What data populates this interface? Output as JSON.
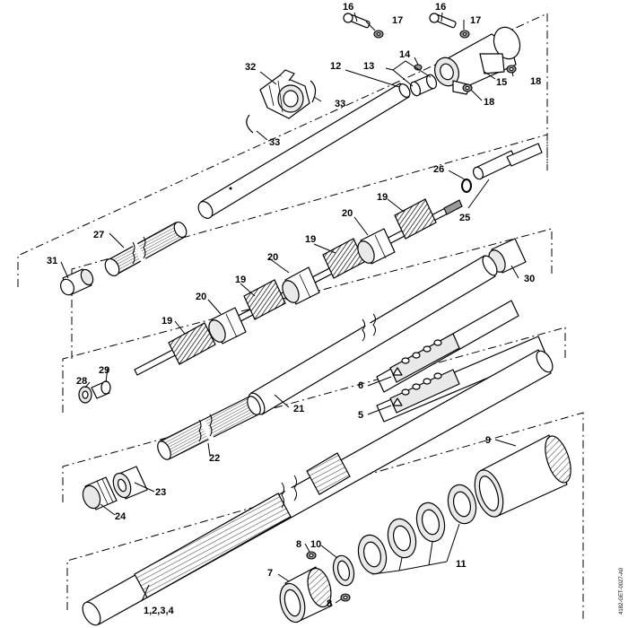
{
  "diagram": {
    "drawing_code": "4182-GET-0027-A0",
    "callouts": {
      "p1234": "1,2,3,4",
      "p5": "5",
      "p6": "6",
      "p7": "7",
      "p8a": "8",
      "p8b": "8",
      "p9": "9",
      "p10": "10",
      "p11": "11",
      "p12": "12",
      "p13": "13",
      "p14": "14",
      "p15": "15",
      "p16a": "16",
      "p16b": "16",
      "p17a": "17",
      "p17b": "17",
      "p18a": "18",
      "p18b": "18",
      "p19a": "19",
      "p19b": "19",
      "p19c": "19",
      "p19d": "19",
      "p20a": "20",
      "p20b": "20",
      "p20c": "20",
      "p21": "21",
      "p22": "22",
      "p23": "23",
      "p24": "24",
      "p25": "25",
      "p26": "26",
      "p27": "27",
      "p28": "28",
      "p29": "29",
      "p30": "30",
      "p31": "31",
      "p32": "32",
      "p33a": "33",
      "p33b": "33"
    }
  }
}
